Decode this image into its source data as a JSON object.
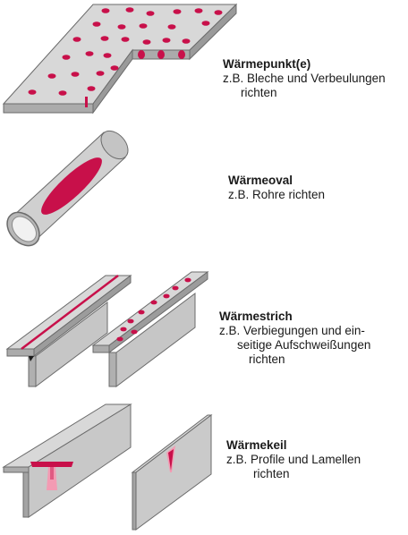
{
  "colors": {
    "metal_face": "#d6d6d6",
    "metal_side": "#a9a9a9",
    "metal_edge": "#6b6b6b",
    "heat": "#c8104a",
    "heat_light": "#f39bb3"
  },
  "sections": [
    {
      "title": "Wärmepunkt(e)",
      "lines": [
        "z.B. Bleche und Verbeulungen",
        "richten"
      ]
    },
    {
      "title": "Wärmeoval",
      "lines": [
        "z.B. Rohre richten"
      ]
    },
    {
      "title": "Wärmestrich",
      "lines": [
        "z.B. Verbiegungen und ein-",
        "seitige Aufschweißungen",
        "richten"
      ]
    },
    {
      "title": "Wärmekeil",
      "lines": [
        "z.B. Profile und Lamellen",
        "richten"
      ]
    }
  ]
}
